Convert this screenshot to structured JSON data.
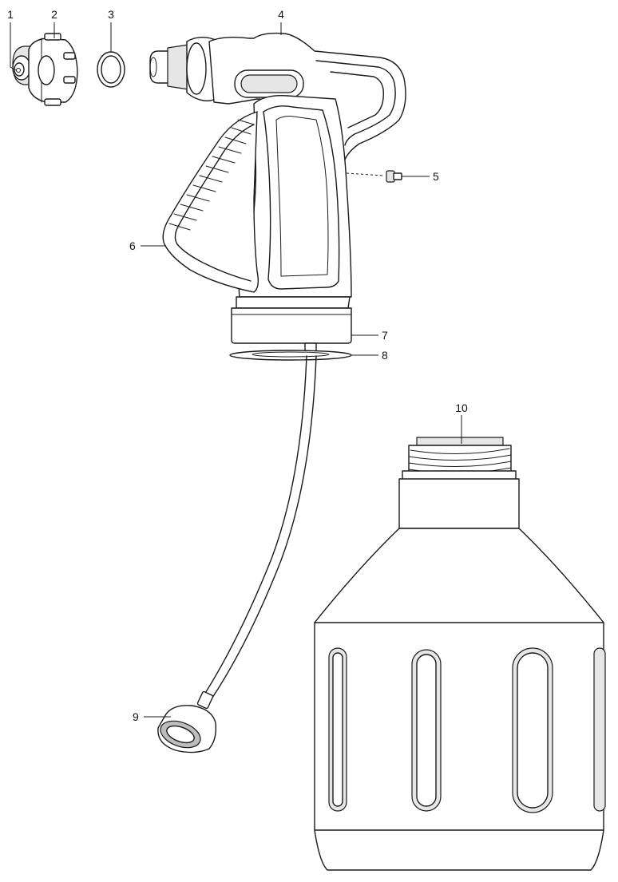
{
  "parts": [
    {
      "number": "1",
      "icon": "nozzle-cap-icon"
    },
    {
      "number": "2",
      "icon": "cap-nut-icon"
    },
    {
      "number": "3",
      "icon": "o-ring-icon"
    },
    {
      "number": "4",
      "icon": "spray-head-icon"
    },
    {
      "number": "5",
      "icon": "screw-icon"
    },
    {
      "number": "6",
      "icon": "trigger-icon"
    },
    {
      "number": "7",
      "icon": "collar-icon"
    },
    {
      "number": "8",
      "icon": "gasket-icon"
    },
    {
      "number": "9",
      "icon": "filter-weight-icon"
    },
    {
      "number": "10",
      "icon": "bottle-icon"
    }
  ],
  "colors": {
    "line": "#1a1a1a",
    "light_shade": "#e6e6e6",
    "mid_shade": "#bdbdbd",
    "background": "#ffffff"
  }
}
